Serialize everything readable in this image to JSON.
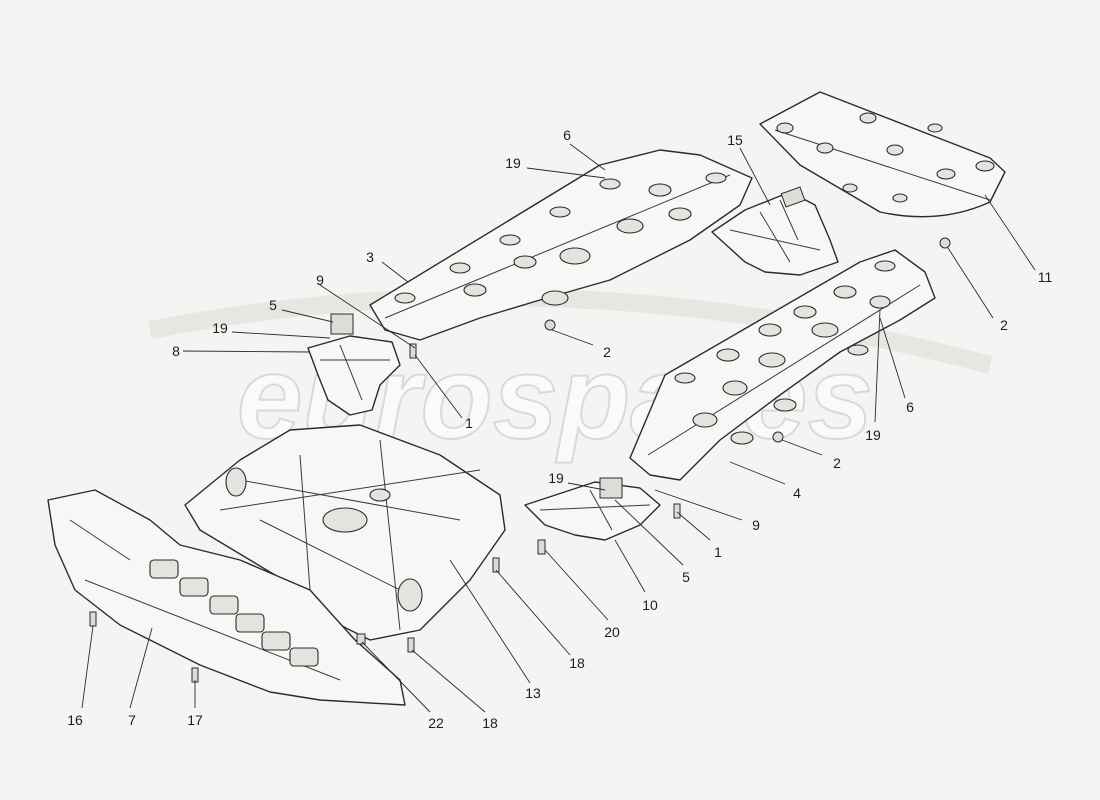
{
  "watermark": "eurospares",
  "callouts": [
    {
      "key": "c1",
      "text": "1"
    },
    {
      "key": "c1b",
      "text": "1"
    },
    {
      "key": "c2",
      "text": "2"
    },
    {
      "key": "c2b",
      "text": "2"
    },
    {
      "key": "c2c",
      "text": "2"
    },
    {
      "key": "c3",
      "text": "3"
    },
    {
      "key": "c4",
      "text": "4"
    },
    {
      "key": "c5",
      "text": "5"
    },
    {
      "key": "c5b",
      "text": "5"
    },
    {
      "key": "c6",
      "text": "6"
    },
    {
      "key": "c6b",
      "text": "6"
    },
    {
      "key": "c7",
      "text": "7"
    },
    {
      "key": "c8",
      "text": "8"
    },
    {
      "key": "c9",
      "text": "9"
    },
    {
      "key": "c9b",
      "text": "9"
    },
    {
      "key": "c10",
      "text": "10"
    },
    {
      "key": "c11",
      "text": "11"
    },
    {
      "key": "c13",
      "text": "13"
    },
    {
      "key": "c15",
      "text": "15"
    },
    {
      "key": "c16",
      "text": "16"
    },
    {
      "key": "c17",
      "text": "17"
    },
    {
      "key": "c18",
      "text": "18"
    },
    {
      "key": "c18b",
      "text": "18"
    },
    {
      "key": "c19",
      "text": "19"
    },
    {
      "key": "c19b",
      "text": "19"
    },
    {
      "key": "c19c",
      "text": "19"
    },
    {
      "key": "c19d",
      "text": "19"
    },
    {
      "key": "c20",
      "text": "20"
    },
    {
      "key": "c22",
      "text": "22"
    }
  ]
}
